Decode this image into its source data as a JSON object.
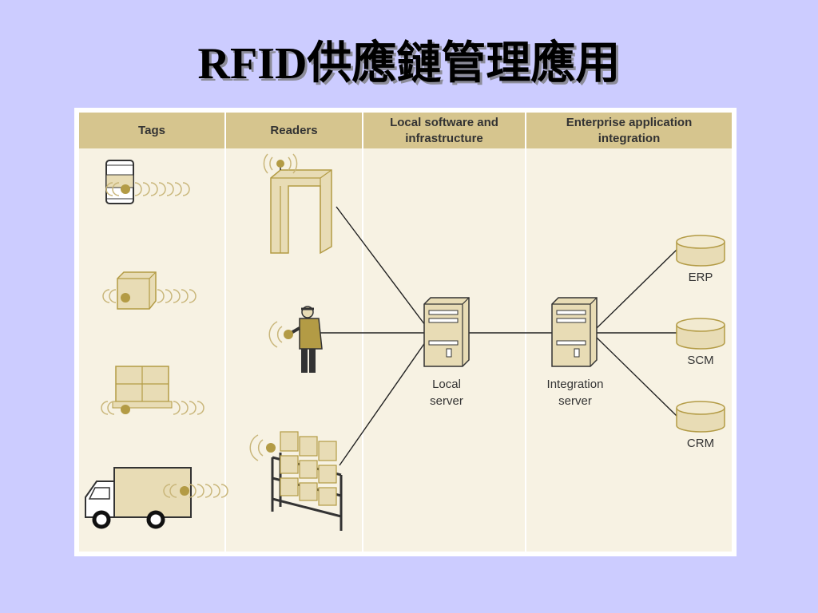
{
  "slide": {
    "title": "RFID供應鏈管理應用"
  },
  "diagram": {
    "headers": {
      "tags": "Tags",
      "readers": "Readers",
      "local": "Local software and\ninfrastructure",
      "enterprise": "Enterprise application\nintegration"
    },
    "servers": {
      "local": "Local\nserver",
      "integration": "Integration\nserver"
    },
    "apps": {
      "erp": "ERP",
      "scm": "SCM",
      "crm": "CRM"
    }
  },
  "colors": {
    "background": "#ccccff",
    "panel": "#f7f2e3",
    "header": "#d6c58e",
    "accent_gold": "#b39b45",
    "device_fill": "#e8dcb5",
    "outline": "#333333"
  },
  "icons": [
    "drum-tag-icon",
    "box-tag-icon",
    "pallet-tag-icon",
    "truck-tag-icon",
    "portal-reader-icon",
    "handheld-reader-person-icon",
    "shelf-reader-icon",
    "local-server-icon",
    "integration-server-icon",
    "erp-database-icon",
    "scm-database-icon",
    "crm-database-icon"
  ]
}
